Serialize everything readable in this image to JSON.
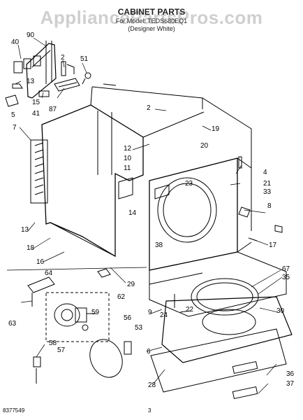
{
  "header": {
    "watermark": "AppliancePartsPros.com",
    "title": "CABINET PARTS",
    "model_line": "For Model: TEDS680EQ1",
    "designer_line": "(Designer White)"
  },
  "footer": {
    "doc_number": "8377549",
    "page_number": "3"
  },
  "callouts": [
    "90",
    "40",
    "2",
    "51",
    "13",
    "15",
    "41",
    "87",
    "5",
    "7",
    "2",
    "19",
    "20",
    "12",
    "10",
    "11",
    "23",
    "4",
    "21",
    "33",
    "8",
    "14",
    "38",
    "17",
    "13",
    "18",
    "16",
    "64",
    "29",
    "62",
    "67",
    "35",
    "59",
    "63",
    "9",
    "22",
    "30",
    "24",
    "56",
    "53",
    "58",
    "57",
    "6",
    "36",
    "28",
    "37"
  ]
}
